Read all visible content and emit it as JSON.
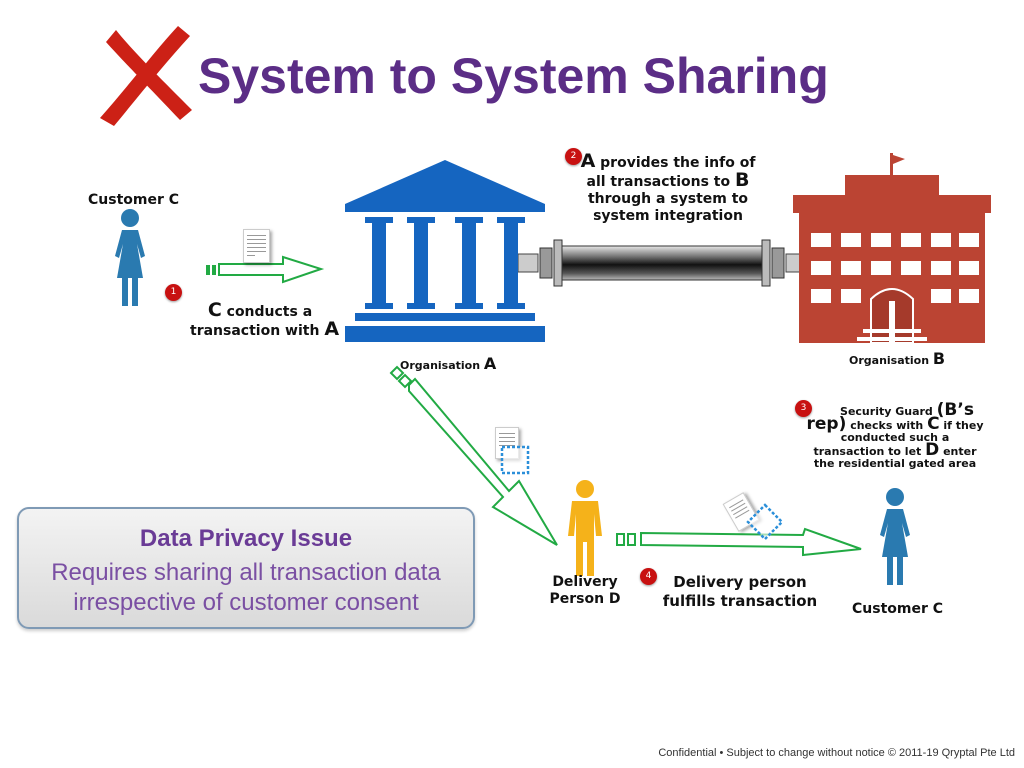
{
  "title": "System to System Sharing",
  "colors": {
    "title": "#5b2d86",
    "cross": "#cc2116",
    "bank": "#1565c0",
    "building": "#bb4433",
    "person": "#2a7ab0",
    "delivery": "#f5b21a",
    "arrow": "#22aa44",
    "badge": "#c81111",
    "privacy_title": "#6a3b96",
    "privacy_text": "#7a4fa3"
  },
  "icons": {
    "cross": "cross-icon",
    "bank": "bank-icon",
    "building": "school-building-icon",
    "customer": "person-icon",
    "delivery": "delivery-person-icon",
    "pipe": "pipe-icon",
    "document": "document-icon",
    "data_packet": "data-packet-icon"
  },
  "nodes": {
    "customer_top": "Customer C",
    "org_a": {
      "prefix": "Organisation",
      "letter": "A"
    },
    "org_b": {
      "prefix": "Organisation",
      "letter": "B"
    },
    "delivery": {
      "line1": "Delivery",
      "line2": "Person D"
    },
    "customer_bottom": "Customer C"
  },
  "steps": [
    {
      "number": "1",
      "lines": [
        {
          "pre": "",
          "big": "C",
          "post": " conducts a"
        },
        {
          "pre": "transaction with ",
          "big": "A",
          "post": ""
        }
      ]
    },
    {
      "number": "2",
      "lines": [
        {
          "pre": "",
          "big": "A",
          "post": " provides the info of"
        },
        {
          "pre": "all transactions to ",
          "big": "B",
          "post": ""
        },
        {
          "pre": "through a system to",
          "big": "",
          "post": ""
        },
        {
          "pre": "system integration",
          "big": "",
          "post": ""
        }
      ]
    },
    {
      "number": "3",
      "lines": [
        {
          "pre": "Security Guard ",
          "big": "(B’s",
          "post": ""
        },
        {
          "pre": "",
          "big": "rep)",
          "post": " checks with ",
          "big2": "C",
          "post2": " if they"
        },
        {
          "pre": "conducted such a",
          "big": "",
          "post": ""
        },
        {
          "pre": "transaction to let ",
          "big": "D",
          "post": " enter"
        },
        {
          "pre": "the residential gated area",
          "big": "",
          "post": ""
        }
      ]
    },
    {
      "number": "4",
      "lines": [
        {
          "pre": "Delivery person",
          "big": "",
          "post": ""
        },
        {
          "pre": "fulfills transaction",
          "big": "",
          "post": ""
        }
      ]
    }
  ],
  "privacy": {
    "title": "Data Privacy Issue",
    "line1": "Requires sharing all transaction data",
    "line2": "irrespective of customer consent"
  },
  "footer": "Confidential • Subject to change without notice © 2011-19 Qryptal Pte Ltd"
}
